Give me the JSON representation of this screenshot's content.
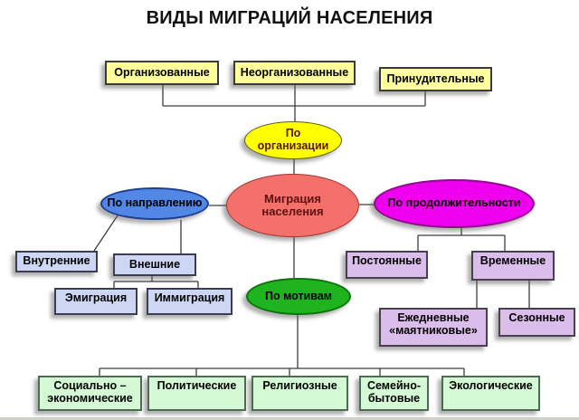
{
  "title": "ВИДЫ МИГРАЦИЙ НАСЕЛЕНИЯ",
  "nodes": {
    "organized": {
      "label": "Организованные"
    },
    "unorganized": {
      "label": "Неорганизованные"
    },
    "forced": {
      "label": "Принудительные"
    },
    "by_organization": {
      "label": "По\nорганизации"
    },
    "migration": {
      "label": "Миграция\nнаселения"
    },
    "by_direction": {
      "label": "По направлению"
    },
    "by_duration": {
      "label": "По продолжительности"
    },
    "by_motives": {
      "label": "По мотивам"
    },
    "internal": {
      "label": "Внутренние"
    },
    "external": {
      "label": "Внешние"
    },
    "emigration": {
      "label": "Эмиграция"
    },
    "immigration": {
      "label": "Иммиграция"
    },
    "permanent": {
      "label": "Постоянные"
    },
    "temporary": {
      "label": "Временные"
    },
    "daily_pendulum": {
      "label": "Ежедневные\n«маятниковые»"
    },
    "seasonal": {
      "label": "Сезонные"
    },
    "social_economic": {
      "label": "Социально –\nэкономические"
    },
    "political": {
      "label": "Политические"
    },
    "religious": {
      "label": "Религиозные"
    },
    "family_household": {
      "label": "Семейно-\nбытовые"
    },
    "ecological": {
      "label": "Экологические"
    }
  },
  "edges": [
    [
      "organized",
      "by_organization"
    ],
    [
      "unorganized",
      "by_organization"
    ],
    [
      "forced",
      "by_organization"
    ],
    [
      "by_organization",
      "migration"
    ],
    [
      "migration",
      "by_direction"
    ],
    [
      "migration",
      "by_duration"
    ],
    [
      "migration",
      "by_motives"
    ],
    [
      "by_direction",
      "internal"
    ],
    [
      "by_direction",
      "external"
    ],
    [
      "external",
      "emigration"
    ],
    [
      "external",
      "immigration"
    ],
    [
      "by_duration",
      "permanent"
    ],
    [
      "by_duration",
      "temporary"
    ],
    [
      "temporary",
      "daily_pendulum"
    ],
    [
      "temporary",
      "seasonal"
    ],
    [
      "by_motives",
      "social_economic"
    ],
    [
      "by_motives",
      "political"
    ],
    [
      "by_motives",
      "religious"
    ],
    [
      "by_motives",
      "family_household"
    ],
    [
      "by_motives",
      "ecological"
    ]
  ],
  "colors": {
    "organization_boxes_fill": "#ffff9e",
    "organization_ellipse_fill": "#ffff00",
    "migration_ellipse_fill": "#f4716b",
    "direction_ellipse_fill": "#5287e6",
    "duration_ellipse_fill": "#ee00ee",
    "motives_ellipse_fill": "#1fb41f",
    "direction_boxes_fill": "#cdd7f4",
    "duration_boxes_fill": "#dabdea",
    "motives_boxes_fill": "#d4f9d4",
    "dark_red_ellipse_text": "#5c1212",
    "connector_stroke": "#3c3c3c"
  }
}
